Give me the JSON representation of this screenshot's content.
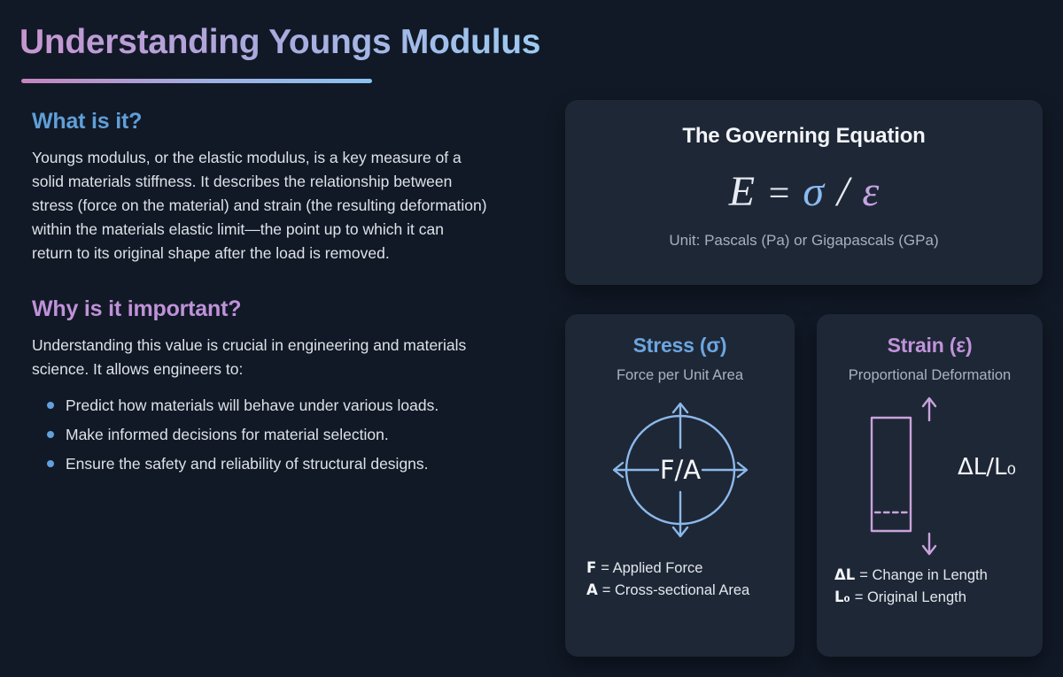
{
  "colors": {
    "background": "#111926",
    "card_background": "#1e2736",
    "title_gradient_start": "#c795d0",
    "title_gradient_end": "#9ccaf2",
    "blue_heading": "#609fd9",
    "purple_heading": "#bf92d8",
    "body_text": "#dde2e8",
    "muted_text": "#a8b0bc",
    "sigma_blue": "#8bbaf0",
    "epsilon_purple": "#c6a3e2",
    "stress_diagram_blue": "#8cb9ea",
    "strain_diagram_purple": "#c9a3dc"
  },
  "header": {
    "title": "Understanding Youngs Modulus"
  },
  "left_column": {
    "what_section": {
      "heading": "What is it?",
      "body": "Youngs modulus, or the elastic modulus, is a key measure of a\nsolid materials stiffness. It describes the relationship between\nstress (force on the material) and strain (the resulting deformation)\nwithin the materials elastic limit—the point up to which it can\nreturn to its original shape after the load is removed."
    },
    "why_section": {
      "heading": "Why is it important?",
      "intro": "Understanding this value is crucial in engineering and materials\nscience. It allows engineers to:",
      "bullets": [
        "Predict how materials will behave under various loads.",
        "Make informed decisions for material selection.",
        "Ensure the safety and reliability of structural designs."
      ]
    }
  },
  "equation_card": {
    "title": "The Governing Equation",
    "expr": {
      "lhs": "E",
      "equals": "=",
      "numerator": "σ",
      "divider": "/",
      "denominator": "ε"
    },
    "unit_note": "Unit: Pascals (Pa) or Gigapascals (GPa)"
  },
  "stress_card": {
    "title": "Stress (σ)",
    "subtitle": "Force per Unit Area",
    "diagram_label": "F/A",
    "legend": [
      {
        "term": "F",
        "definition": "= Applied Force"
      },
      {
        "term": "A",
        "definition": "= Cross-sectional Area"
      }
    ]
  },
  "strain_card": {
    "title": "Strain (ε)",
    "subtitle": "Proportional Deformation",
    "diagram_label": "ΔL/L₀",
    "legend": [
      {
        "term": "ΔL",
        "definition": "= Change in Length"
      },
      {
        "term": "L₀",
        "definition": "= Original Length"
      }
    ]
  }
}
